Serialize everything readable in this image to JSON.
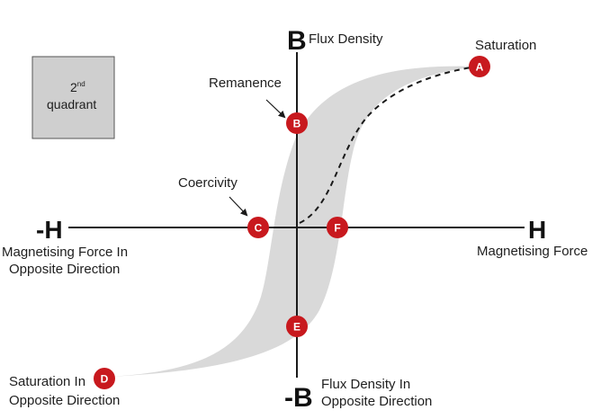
{
  "colors": {
    "loop_fill": "#d9d9d9",
    "axis": "#1a1a1a",
    "point": "#c8191e",
    "quadrant_box": "#cfcfcf"
  },
  "axes": {
    "b_top": "B",
    "b_top_label": "Flux Density",
    "b_bottom": "-B",
    "b_bottom_label_1": "Flux Density In",
    "b_bottom_label_2": "Opposite Direction",
    "h_right": "H",
    "h_right_label": "Magnetising Force",
    "h_left": "-H",
    "h_left_label_1": "Magnetising Force In",
    "h_left_label_2": "Opposite Direction"
  },
  "quadrant_box": {
    "main": "2",
    "superscript": "nd",
    "word": "quadrant"
  },
  "annotations": {
    "saturation": "Saturation",
    "remanence": "Remanence",
    "coercivity": "Coercivity",
    "saturation_opposite_1": "Saturation In",
    "saturation_opposite_2": "Opposite Direction"
  },
  "points": {
    "a": "A",
    "b": "B",
    "c": "C",
    "d": "D",
    "e": "E",
    "f": "F"
  },
  "icons": {
    "remanence_arrow": "arrow-down-right-icon",
    "coercivity_arrow": "arrow-down-right-icon"
  }
}
